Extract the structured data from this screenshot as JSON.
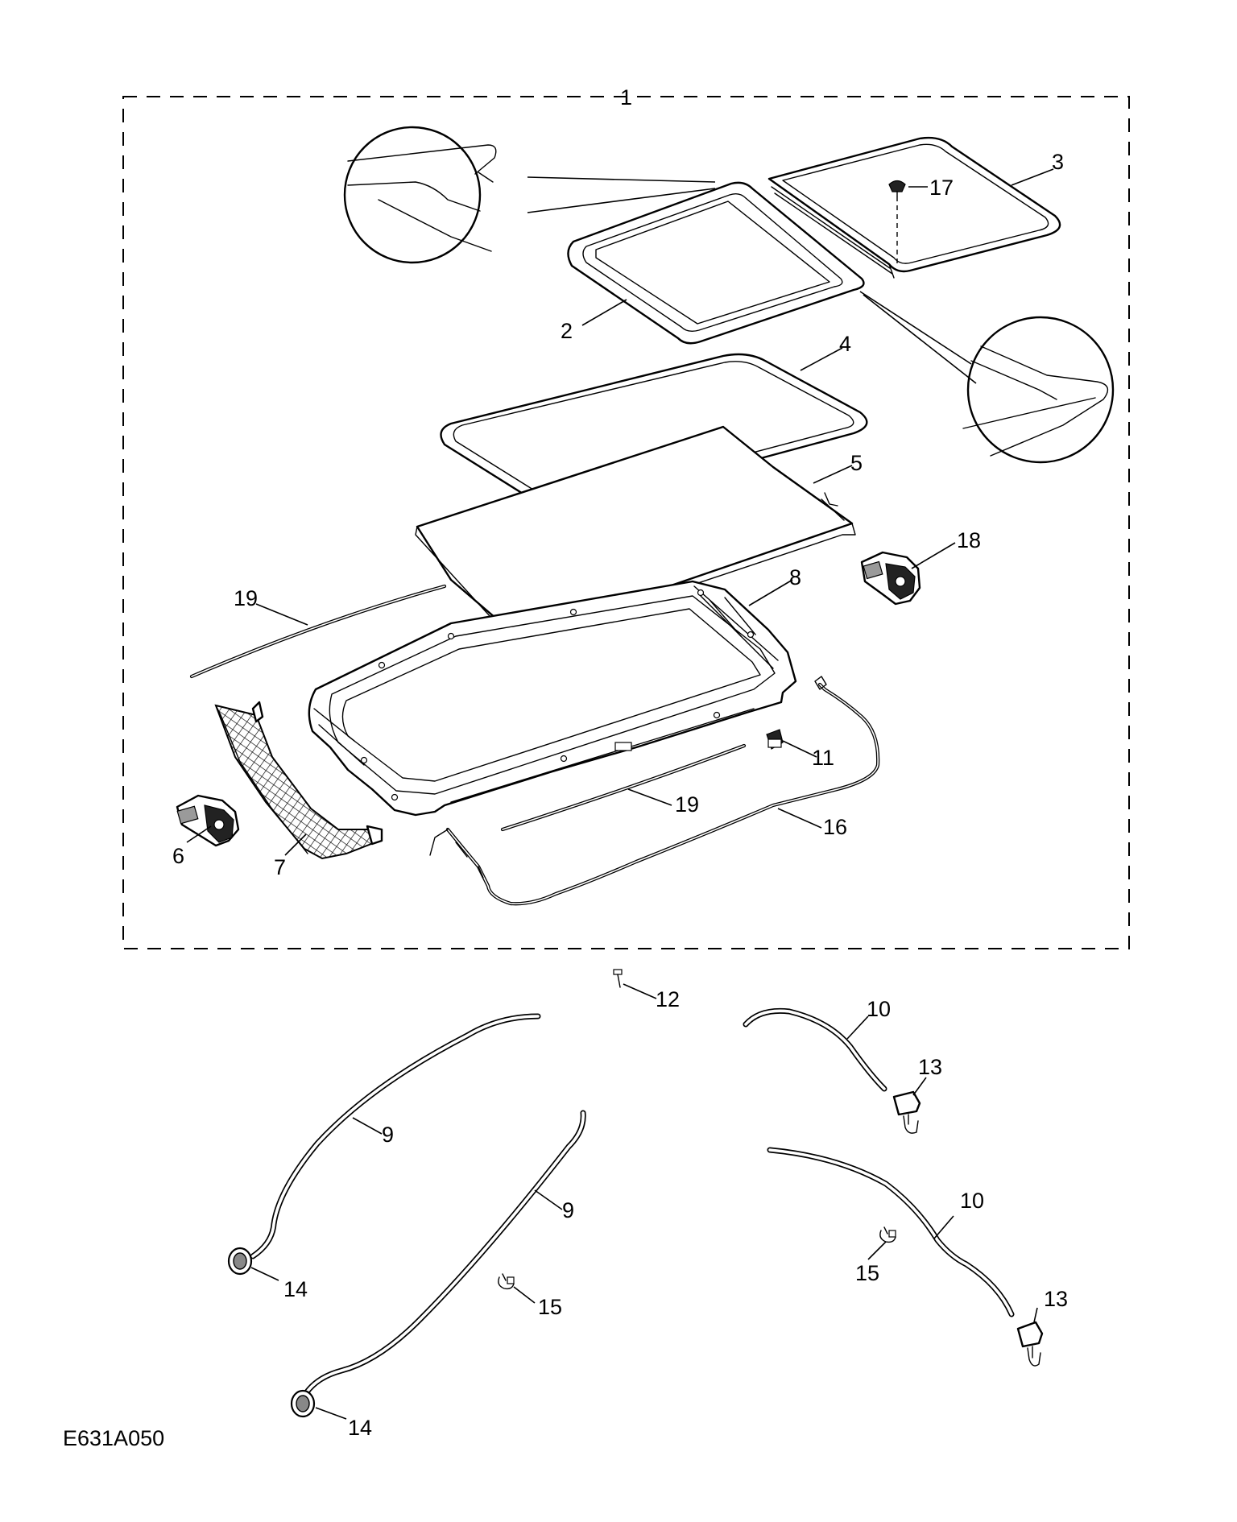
{
  "figure": {
    "code": "E631A050"
  },
  "callouts": [
    {
      "key": "assembly",
      "text": "1"
    },
    {
      "key": "glass-front",
      "text": "2"
    },
    {
      "key": "glass-rear",
      "text": "3"
    },
    {
      "key": "seal",
      "text": "4"
    },
    {
      "key": "sunblind",
      "text": "5"
    },
    {
      "key": "motor-left",
      "text": "6"
    },
    {
      "key": "wind-deflector",
      "text": "7"
    },
    {
      "key": "frame",
      "text": "8"
    },
    {
      "key": "drain-tube-upper",
      "text": "9"
    },
    {
      "key": "drain-tube-lower",
      "text": "9"
    },
    {
      "key": "drain-tube-right-upper",
      "text": "10"
    },
    {
      "key": "drain-tube-right-lower",
      "text": "10"
    },
    {
      "key": "connector",
      "text": "11"
    },
    {
      "key": "screw",
      "text": "12"
    },
    {
      "key": "clip-upper",
      "text": "13"
    },
    {
      "key": "clip-lower",
      "text": "13"
    },
    {
      "key": "grommet-upper",
      "text": "14"
    },
    {
      "key": "grommet-lower",
      "text": "14"
    },
    {
      "key": "clamp-left",
      "text": "15"
    },
    {
      "key": "clamp-right",
      "text": "15"
    },
    {
      "key": "harness",
      "text": "16"
    },
    {
      "key": "fastener",
      "text": "17"
    },
    {
      "key": "motor-right",
      "text": "18"
    },
    {
      "key": "trim-strip-upper",
      "text": "19"
    },
    {
      "key": "trim-strip-lower",
      "text": "19"
    }
  ],
  "colors": {
    "line": "#000000",
    "background": "#ffffff",
    "shade": "#9a9a9a"
  }
}
